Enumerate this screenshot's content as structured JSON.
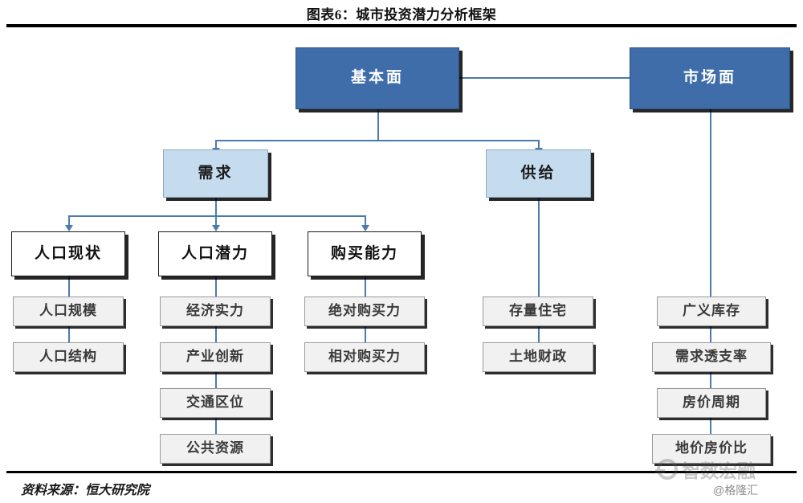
{
  "figure": {
    "title": "图表6：城市投资潜力分析框架",
    "source": "资料来源：恒大研究院"
  },
  "watermark": {
    "logo_text": "智数宏融",
    "handle": "@格隆汇"
  },
  "colors": {
    "level1_fill": "#3f6da9",
    "level2_fill": "#c5dbee",
    "level3_fill": "#ffffff",
    "leaf_fill": "#f1f1f1",
    "connector": "#4a7bb0",
    "rule": "#000000"
  },
  "diagram": {
    "level1": [
      {
        "id": "fundamentals",
        "label": "基本面"
      },
      {
        "id": "market",
        "label": "市场面"
      }
    ],
    "level2": [
      {
        "id": "demand",
        "label": "需求",
        "parent": "fundamentals"
      },
      {
        "id": "supply",
        "label": "供给",
        "parent": "fundamentals"
      }
    ],
    "level3": [
      {
        "id": "population-status",
        "label": "人口现状",
        "parent": "demand"
      },
      {
        "id": "population-potential",
        "label": "人口潜力",
        "parent": "demand"
      },
      {
        "id": "purchasing-power",
        "label": "购买能力",
        "parent": "demand"
      }
    ],
    "columns": [
      {
        "id": "population-status-leaves",
        "parent": "population-status",
        "items": [
          {
            "id": "population-scale",
            "label": "人口规模"
          },
          {
            "id": "population-structure",
            "label": "人口结构"
          }
        ]
      },
      {
        "id": "population-potential-leaves",
        "parent": "population-potential",
        "items": [
          {
            "id": "economic-strength",
            "label": "经济实力"
          },
          {
            "id": "industrial-innovation",
            "label": "产业创新"
          },
          {
            "id": "transport-location",
            "label": "交通区位"
          },
          {
            "id": "public-resources",
            "label": "公共资源"
          }
        ]
      },
      {
        "id": "purchasing-power-leaves",
        "parent": "purchasing-power",
        "items": [
          {
            "id": "absolute-purchasing-power",
            "label": "绝对购买力"
          },
          {
            "id": "relative-purchasing-power",
            "label": "相对购买力"
          }
        ]
      },
      {
        "id": "supply-leaves",
        "parent": "supply",
        "items": [
          {
            "id": "housing-stock",
            "label": "存量住宅"
          },
          {
            "id": "land-finance",
            "label": "土地财政"
          }
        ]
      },
      {
        "id": "market-leaves",
        "parent": "market",
        "items": [
          {
            "id": "broad-inventory",
            "label": "广义库存"
          },
          {
            "id": "demand-overdraft-rate",
            "label": "需求透支率"
          },
          {
            "id": "house-price-cycle",
            "label": "房价周期"
          },
          {
            "id": "land-to-house-price-ratio",
            "label": "地价房价比"
          }
        ]
      }
    ]
  }
}
